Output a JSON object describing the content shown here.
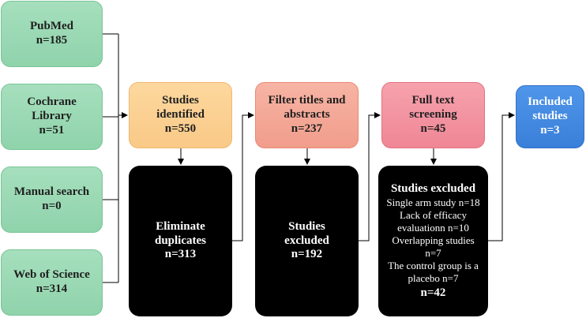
{
  "sources": [
    {
      "label": "PubMed\nn=185"
    },
    {
      "label": "Cochrane\nLibrary\nn=51"
    },
    {
      "label": "Manual search\nn=0"
    },
    {
      "label": "Web of Science\nn=314"
    }
  ],
  "stages": [
    {
      "label": "Studies\nidentified\nn=550"
    },
    {
      "label": "Filter titles and\nabstracts\nn=237"
    },
    {
      "label": "Full text\nscreening\nn=45"
    },
    {
      "label": "Included\nstudies\nn=3"
    }
  ],
  "exclusions": [
    {
      "label": "Eliminate\nduplicates\nn=313"
    },
    {
      "label": "Studies\nexcluded\nn=192"
    }
  ],
  "final_exclusion": {
    "title": "Studies excluded",
    "items": [
      "Single arm study n=18",
      "Lack of efficacy\nevaluationn n=10",
      "Overlapping studies\nn=7",
      "The control group is a\nplacebo n=7"
    ],
    "total": "n=42"
  },
  "colors": {
    "source_fill": "#8fd3ab",
    "stage_identified": "#f9c987",
    "stage_filter": "#f19d8b",
    "stage_fulltext": "#ef8696",
    "stage_included": "#3a7fd9",
    "exclusion_fill": "#000000"
  }
}
